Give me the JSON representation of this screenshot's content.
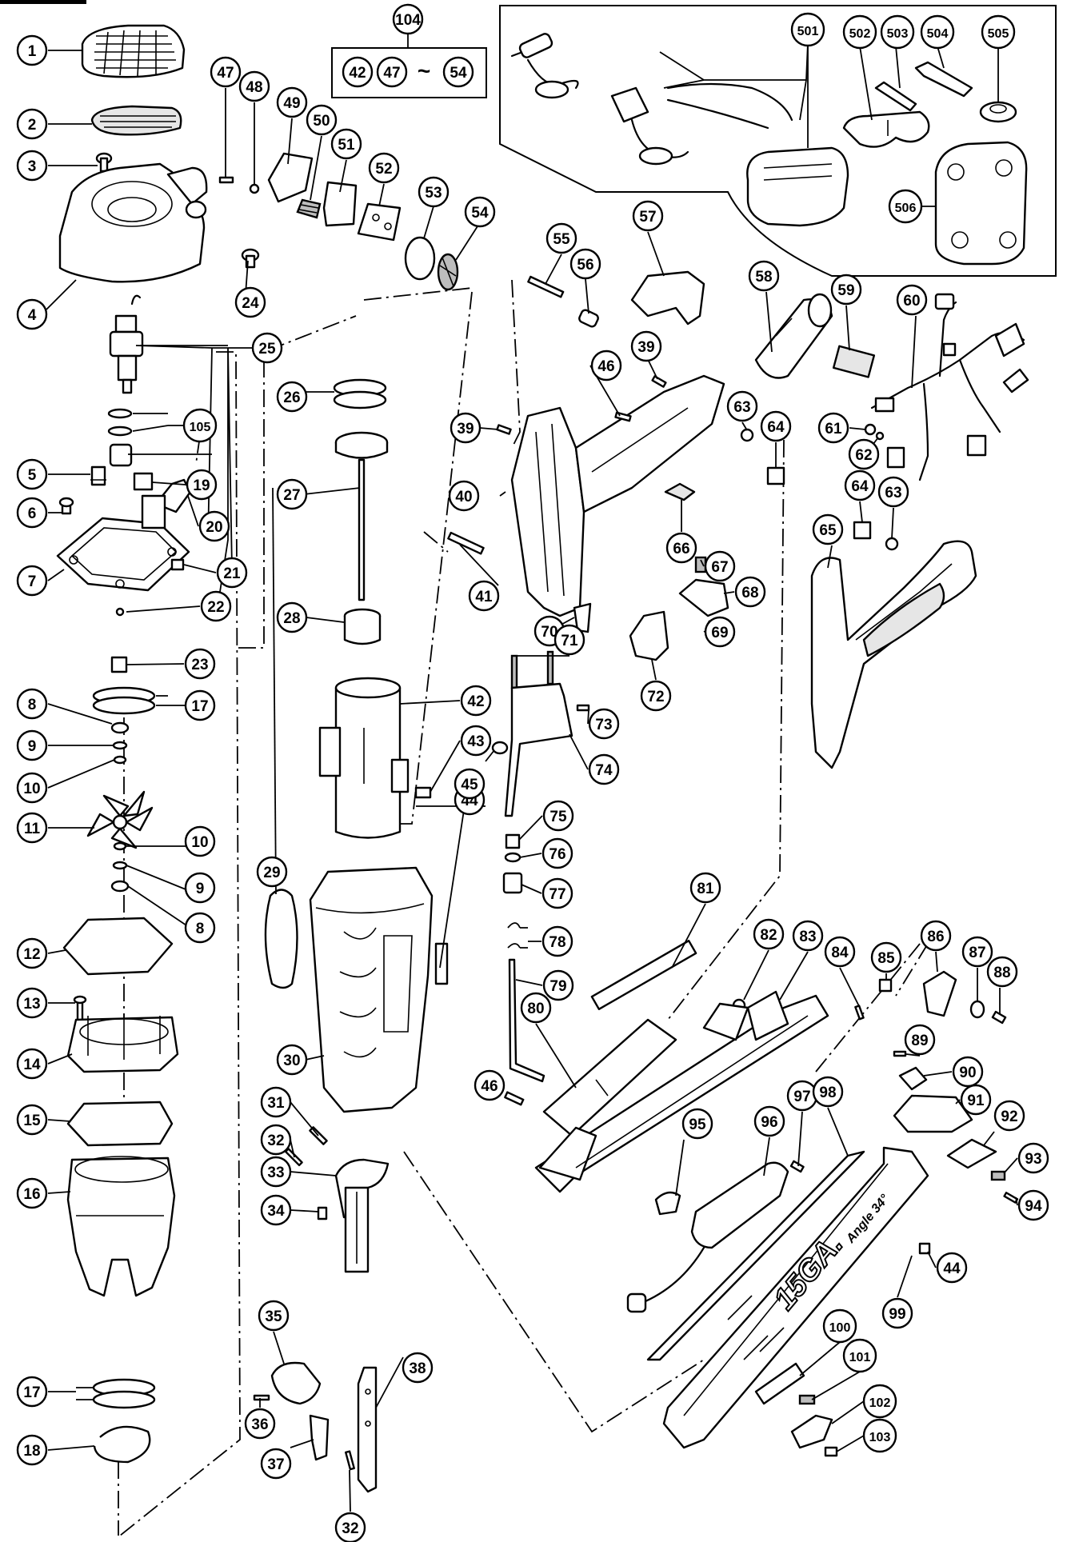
{
  "diagram": {
    "kit_group_label": "104",
    "kit_group_contents": [
      "42",
      "47",
      "~",
      "54"
    ],
    "accessory_group_label": "501",
    "magazine_label_main": "15GA.",
    "magazine_label_sub": "Angle 34°"
  },
  "callouts": [
    {
      "id": "c1",
      "n": "1"
    },
    {
      "id": "c2",
      "n": "2"
    },
    {
      "id": "c3",
      "n": "3"
    },
    {
      "id": "c4",
      "n": "4"
    },
    {
      "id": "c5",
      "n": "5"
    },
    {
      "id": "c6",
      "n": "6"
    },
    {
      "id": "c7",
      "n": "7"
    },
    {
      "id": "c8a",
      "n": "8"
    },
    {
      "id": "c8b",
      "n": "8"
    },
    {
      "id": "c9a",
      "n": "9"
    },
    {
      "id": "c9b",
      "n": "9"
    },
    {
      "id": "c10a",
      "n": "10"
    },
    {
      "id": "c10b",
      "n": "10"
    },
    {
      "id": "c11",
      "n": "11"
    },
    {
      "id": "c12",
      "n": "12"
    },
    {
      "id": "c13",
      "n": "13"
    },
    {
      "id": "c14",
      "n": "14"
    },
    {
      "id": "c15",
      "n": "15"
    },
    {
      "id": "c16",
      "n": "16"
    },
    {
      "id": "c17a",
      "n": "17"
    },
    {
      "id": "c17b",
      "n": "17"
    },
    {
      "id": "c18",
      "n": "18"
    },
    {
      "id": "c19",
      "n": "19"
    },
    {
      "id": "c20",
      "n": "20"
    },
    {
      "id": "c21",
      "n": "21"
    },
    {
      "id": "c22",
      "n": "22"
    },
    {
      "id": "c23",
      "n": "23"
    },
    {
      "id": "c24",
      "n": "24"
    },
    {
      "id": "c25",
      "n": "25"
    },
    {
      "id": "c26",
      "n": "26"
    },
    {
      "id": "c27",
      "n": "27"
    },
    {
      "id": "c28",
      "n": "28"
    },
    {
      "id": "c29",
      "n": "29"
    },
    {
      "id": "c30",
      "n": "30"
    },
    {
      "id": "c31",
      "n": "31"
    },
    {
      "id": "c32a",
      "n": "32"
    },
    {
      "id": "c32b",
      "n": "32"
    },
    {
      "id": "c33",
      "n": "33"
    },
    {
      "id": "c34",
      "n": "34"
    },
    {
      "id": "c35",
      "n": "35"
    },
    {
      "id": "c36",
      "n": "36"
    },
    {
      "id": "c37",
      "n": "37"
    },
    {
      "id": "c38",
      "n": "38"
    },
    {
      "id": "c39a",
      "n": "39"
    },
    {
      "id": "c39b",
      "n": "39"
    },
    {
      "id": "c40",
      "n": "40"
    },
    {
      "id": "c41",
      "n": "41"
    },
    {
      "id": "c42",
      "n": "42"
    },
    {
      "id": "c43",
      "n": "43"
    },
    {
      "id": "c44a",
      "n": "44"
    },
    {
      "id": "c44b",
      "n": "44"
    },
    {
      "id": "c45",
      "n": "45"
    },
    {
      "id": "c46a",
      "n": "46"
    },
    {
      "id": "c46b",
      "n": "46"
    },
    {
      "id": "c47",
      "n": "47"
    },
    {
      "id": "c48",
      "n": "48"
    },
    {
      "id": "c49",
      "n": "49"
    },
    {
      "id": "c50",
      "n": "50"
    },
    {
      "id": "c51",
      "n": "51"
    },
    {
      "id": "c52",
      "n": "52"
    },
    {
      "id": "c53",
      "n": "53"
    },
    {
      "id": "c54",
      "n": "54"
    },
    {
      "id": "c55",
      "n": "55"
    },
    {
      "id": "c56",
      "n": "56"
    },
    {
      "id": "c57",
      "n": "57"
    },
    {
      "id": "c58",
      "n": "58"
    },
    {
      "id": "c59",
      "n": "59"
    },
    {
      "id": "c60",
      "n": "60"
    },
    {
      "id": "c61",
      "n": "61"
    },
    {
      "id": "c62",
      "n": "62"
    },
    {
      "id": "c63a",
      "n": "63"
    },
    {
      "id": "c63b",
      "n": "63"
    },
    {
      "id": "c64a",
      "n": "64"
    },
    {
      "id": "c64b",
      "n": "64"
    },
    {
      "id": "c65",
      "n": "65"
    },
    {
      "id": "c66",
      "n": "66"
    },
    {
      "id": "c67",
      "n": "67"
    },
    {
      "id": "c68",
      "n": "68"
    },
    {
      "id": "c69",
      "n": "69"
    },
    {
      "id": "c70",
      "n": "70"
    },
    {
      "id": "c71",
      "n": "71"
    },
    {
      "id": "c72",
      "n": "72"
    },
    {
      "id": "c73",
      "n": "73"
    },
    {
      "id": "c74",
      "n": "74"
    },
    {
      "id": "c75",
      "n": "75"
    },
    {
      "id": "c76",
      "n": "76"
    },
    {
      "id": "c77",
      "n": "77"
    },
    {
      "id": "c78",
      "n": "78"
    },
    {
      "id": "c79",
      "n": "79"
    },
    {
      "id": "c80",
      "n": "80"
    },
    {
      "id": "c81",
      "n": "81"
    },
    {
      "id": "c82",
      "n": "82"
    },
    {
      "id": "c83",
      "n": "83"
    },
    {
      "id": "c84",
      "n": "84"
    },
    {
      "id": "c85",
      "n": "85"
    },
    {
      "id": "c86",
      "n": "86"
    },
    {
      "id": "c87",
      "n": "87"
    },
    {
      "id": "c88",
      "n": "88"
    },
    {
      "id": "c89",
      "n": "89"
    },
    {
      "id": "c90",
      "n": "90"
    },
    {
      "id": "c91",
      "n": "91"
    },
    {
      "id": "c92",
      "n": "92"
    },
    {
      "id": "c93",
      "n": "93"
    },
    {
      "id": "c94",
      "n": "94"
    },
    {
      "id": "c95",
      "n": "95"
    },
    {
      "id": "c96",
      "n": "96"
    },
    {
      "id": "c97",
      "n": "97"
    },
    {
      "id": "c98",
      "n": "98"
    },
    {
      "id": "c99",
      "n": "99"
    },
    {
      "id": "c100",
      "n": "100"
    },
    {
      "id": "c101",
      "n": "101"
    },
    {
      "id": "c102",
      "n": "102"
    },
    {
      "id": "c103",
      "n": "103"
    },
    {
      "id": "c104",
      "n": "104"
    },
    {
      "id": "c105",
      "n": "105"
    },
    {
      "id": "c501",
      "n": "501"
    },
    {
      "id": "c502",
      "n": "502"
    },
    {
      "id": "c503",
      "n": "503"
    },
    {
      "id": "c504",
      "n": "504"
    },
    {
      "id": "c505",
      "n": "505"
    },
    {
      "id": "c506",
      "n": "506"
    }
  ]
}
